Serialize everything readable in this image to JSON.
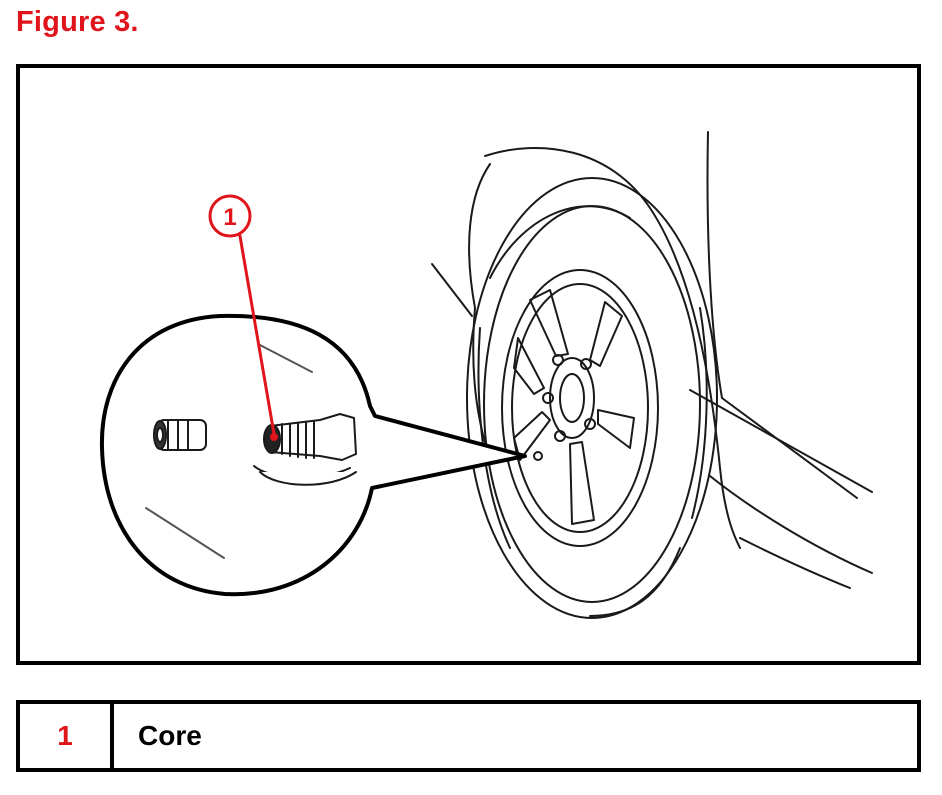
{
  "figure": {
    "title": "Figure 3."
  },
  "callout": {
    "number": "1"
  },
  "legend": {
    "rows": [
      {
        "number": "1",
        "label": "Core"
      }
    ]
  },
  "colors": {
    "accent": "#e0141b",
    "border": "#000000",
    "background": "#ffffff"
  },
  "illustration": {
    "subject": "tire-valve-stem-illustration"
  }
}
